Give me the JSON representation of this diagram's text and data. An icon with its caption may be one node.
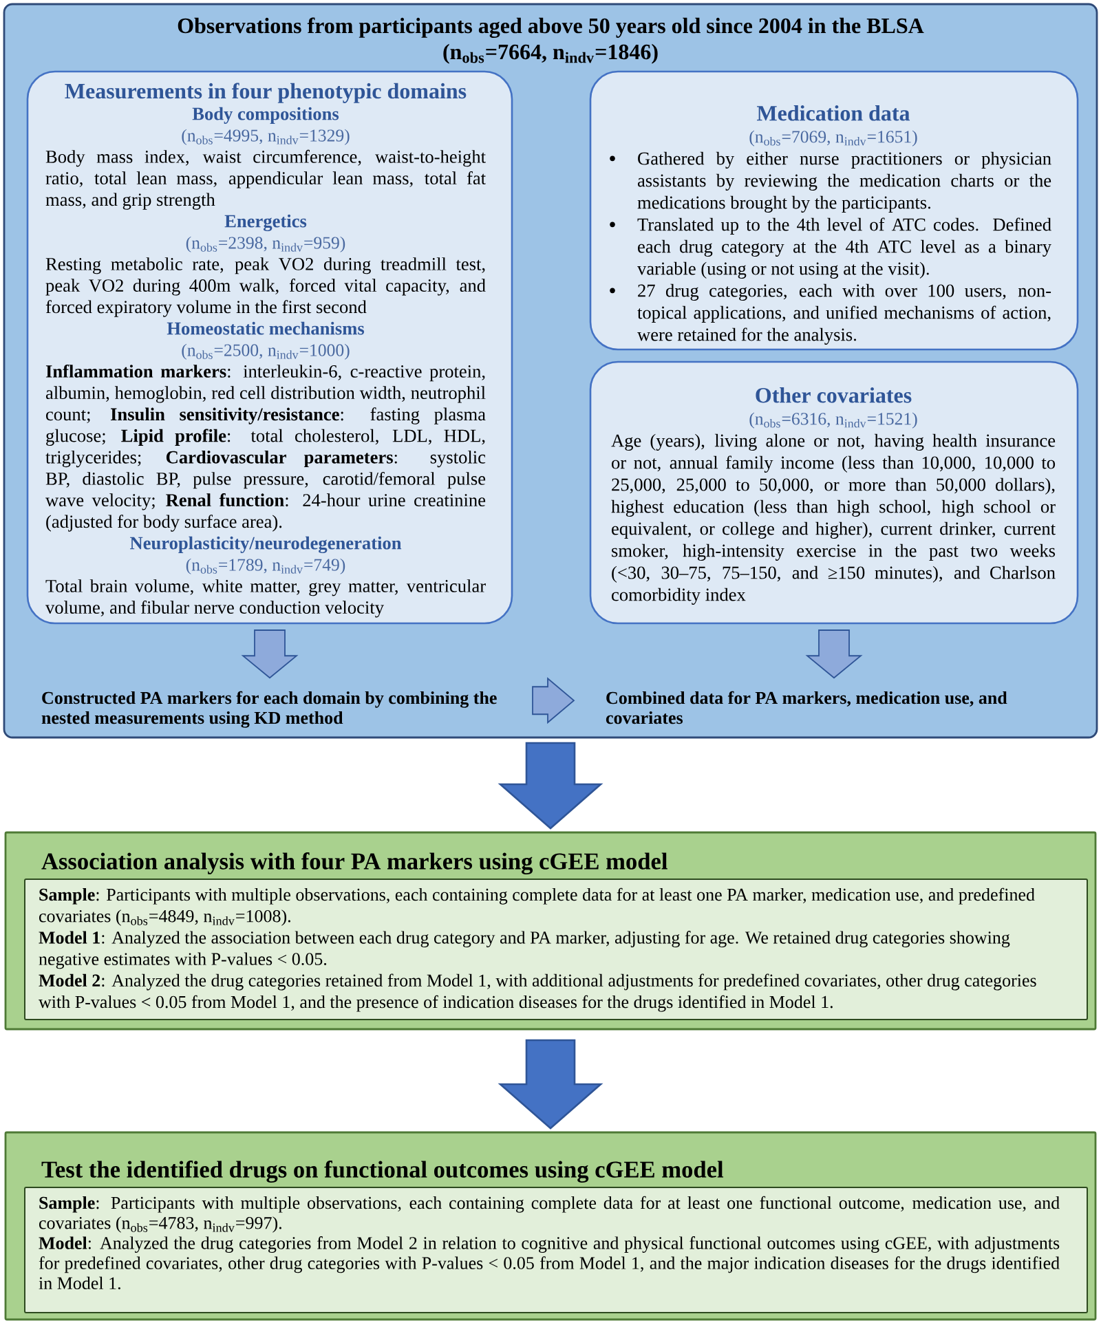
{
  "diagram": {
    "nodes": [
      {
        "text": [
          "Observations from participants aged above 50 years old since 2004 in the BLSA (n$_{obs}$=7664, n$_{indv}$=1846)"
        ]
      },
      {
        "text": [
          "Measurements in four phenotypic domains",
          "Body compositions",
          "(n$_{obs}$=4995, n$_{indv}$=1329)",
          "Body mass index, waist circumference, waist-to-height ratio, total lean mass, appendicular lean mass, total fat mass, and grip strength",
          "Energetics",
          "(n$_{obs}$=2398, n$_{indv}$=959)",
          "Resting metabolic rate, peak VO2 during treadmill test, peak VO2 during 400m walk, forced vital capacity, and forced expiratory volume in the first second",
          "Homeostatic mechanisms",
          "(n$_{obs}$=2500, n$_{indv}$=1000)",
          "**Inflammation markers**: interleukin-6, c-reactive protein, albumin, hemoglobin, red cell distribution width, neutrophil count; **Insulin sensitivity/resistance**: fasting plasma glucose; **Lipid profile**: total cholesterol, LDL, HDL, triglycerides; **Cardiovascular parameters**: systolic BP, diastolic BP, pulse pressure, carotid/femoral pulse wave velocity; **Renal function**: 24-hour urine creatinine (adjusted for body surface area).",
          "Neuroplasticity/neurodegeneration",
          "(n$_{obs}$=1789, n$_{indv}$=749)",
          "Total brain volume, white matter, grey matter, ventricular volume, and fibular nerve conduction velocity"
        ],
        "in": 0
      },
      {
        "text": [
          "Medication data",
          "(n$_{obs}$=7069, n$_{indv}$=1651)",
          "Gathered by either nurse practitioners or physician assistants by reviewing the medication charts or the medications brought by the participants.",
          "Translated up to the 4th level of ATC codes. Defined each drug category at the 4th ATC level as a binary variable (using or not using at the visit).",
          "27 drug categories, each with over 100 users, non-topical applications, and unified mechanisms of action, were retained for the analysis."
        ],
        "in": 0
      },
      {
        "text": [
          "Other covariates",
          "(n$_{obs}$=6316, n$_{indv}$=1521)",
          "Age (years), living alone or not, having health insurance or not, annual family income (less than 10,000, 10,000 to 25,000, 25,000 to 50,000, or more than 50,000 dollars), highest education (less than high school, high school or equivalent, or college and higher), current drinker, current smoker, high-intensity exercise in the past two weeks (<30, 30–75, 75–150, and ≥150 minutes), and Charlson comorbidity index"
        ],
        "in": 0
      },
      {
        "text": [
          "Constructed PA markers for each domain by combining the nested measurements using KD method"
        ],
        "in": 0
      },
      {
        "text": [
          "Combined data for PA markers, medication use, and covariates"
        ],
        "in": 0
      },
      {
        "text": [
          "Association analysis with four PA markers using cGEE model"
        ]
      },
      {
        "text": [
          "**Sample**: Participants with multiple observations, each containing complete data for at least one PA marker, medication use, and predefined covariates (n$_{obs}$=4849, n$_{indv}$=1008).",
          "**Model 1**: Analyzed the association between each drug category and PA marker, adjusting for age. We retained drug categories showing negative estimates with P-values < 0.05.",
          "**Model 2**: Analyzed the drug categories retained from Model 1, with additional adjustments for predefined covariates, other drug categories with P-values < 0.05 from Model 1, and the presence of indication diseases for the drugs identified in Model 1."
        ],
        "in": 6
      },
      {
        "text": [
          "Test the identified drugs on functional outcomes using cGEE model"
        ]
      },
      {
        "text": [
          "**Sample**: Participants with multiple observations, each containing complete data for at least one functional outcome, medication use, and covariates (n$_{obs}$=4783, n$_{indv}$=997).",
          "**Model**: Analyzed the drug categories from Model 2 in relation to cognitive and physical functional outcomes using cGEE, with adjustments for predefined covariates, other drug categories with P-values < 0.05 from Model 1, and the major indication diseases for the drugs identified in Model 1."
        ],
        "in": 8
      }
    ],
    "edges": [
      {
        "from": 1,
        "to": 4,
        "arrow": "to"
      },
      {
        "from": 3,
        "to": 5,
        "arrow": "to"
      },
      {
        "from": 4,
        "to": 5,
        "arrow": "to"
      },
      {
        "from": 0,
        "to": 6,
        "arrow": "to",
        "style": "thick",
        "color": "#4472c4"
      },
      {
        "from": 6,
        "to": 8,
        "arrow": "to",
        "style": "thick",
        "color": "#4472c4"
      }
    ]
  }
}
